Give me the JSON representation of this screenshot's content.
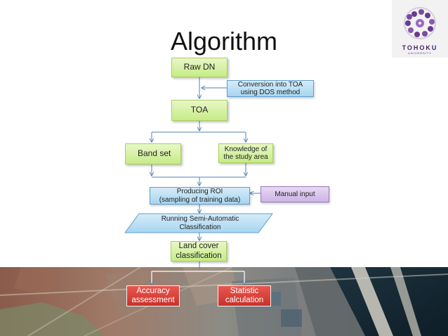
{
  "slide": {
    "title": "Algorithm",
    "logo": {
      "text": "TOHOKU",
      "subtext": "UNIVERSITY"
    }
  },
  "flowchart": {
    "raw_dn": "Raw DN",
    "conversion": [
      "Conversion into TOA",
      "using DOS method"
    ],
    "toa": "TOA",
    "band_set": "Band set",
    "knowledge": [
      "Knowledge of",
      "the study area"
    ],
    "producing_roi": [
      "Producing ROI",
      "(sampling of training data)"
    ],
    "manual_input": "Manual input",
    "running_sac": [
      "Running Semi-Automatic",
      "Classification"
    ],
    "land_cover": [
      "Land cover",
      "classification"
    ],
    "accuracy": [
      "Accuracy",
      "assessment"
    ],
    "statistic": [
      "Statistic",
      "calculation"
    ]
  },
  "colors": {
    "green": "#c6eb86",
    "blue": "#a7d5f0",
    "purple": "#cdb3e6",
    "red": "#d13d35",
    "connector": "#4f81bd"
  }
}
